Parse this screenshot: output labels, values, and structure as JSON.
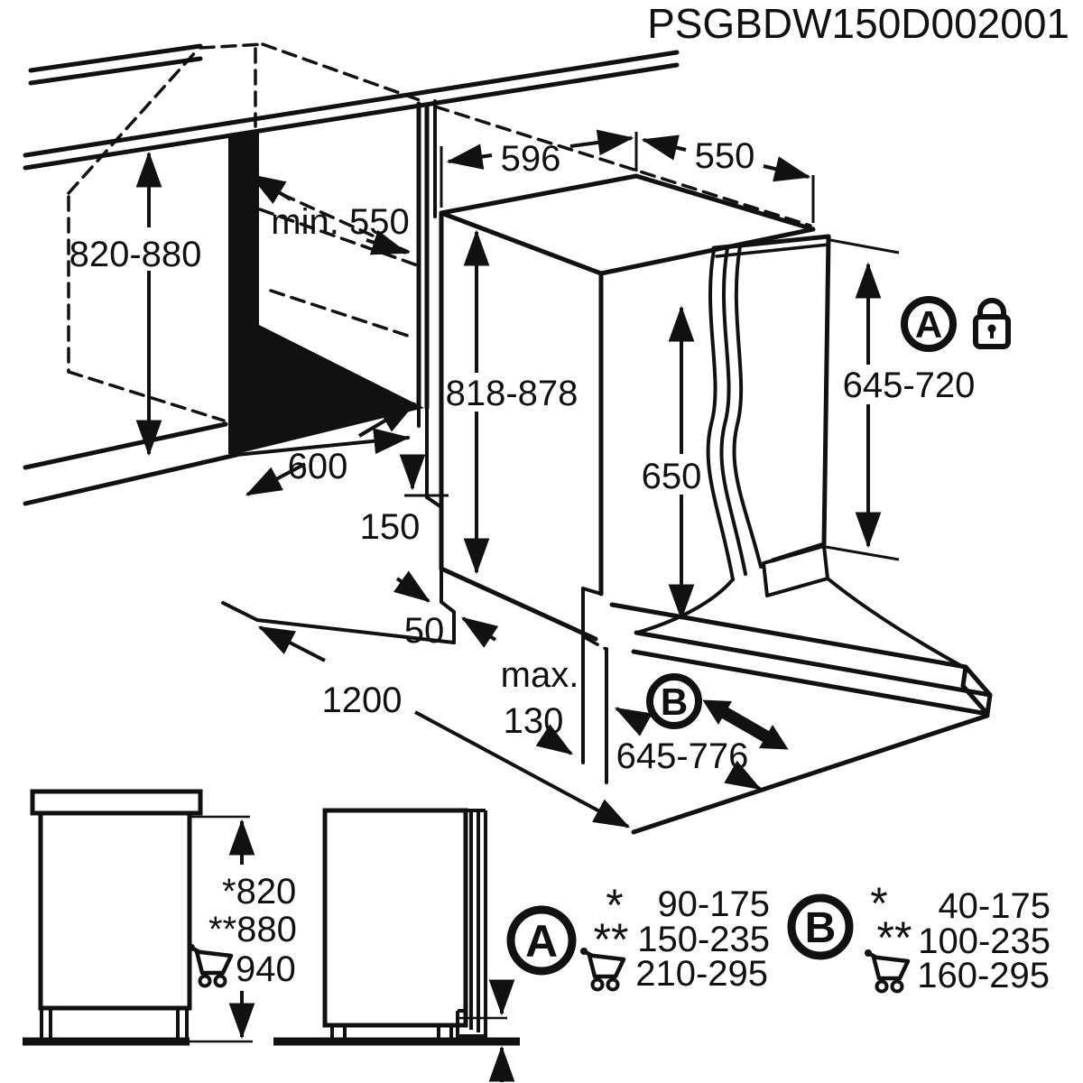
{
  "title": "PSGBDW150D002001",
  "main": {
    "counter_height": "820-880",
    "niche_min_depth": "min. 550",
    "niche_width": "600",
    "appliance_width": "596",
    "appliance_depth": "550",
    "appliance_height": "818-878",
    "door_opening_height": "650",
    "front_panel_height": "645-720",
    "plinth_height": "150",
    "plinth_recess_depth": "50",
    "front_clearance": "1200",
    "plinth_max_prefix": "max.",
    "plinth_max_value": "130",
    "sliding_panel_range": "645-776"
  },
  "markers": {
    "main_a": "A",
    "main_b": "B",
    "table_a": "A",
    "table_b": "B"
  },
  "side_views": {
    "height_standard": "*820",
    "height_raised": "**880",
    "height_trolley": "940"
  },
  "tables": {
    "a": {
      "star_label": "*",
      "star_value": "90-175",
      "dstar_label": "**",
      "dstar_value": "150-235",
      "cart_value": "210-295"
    },
    "b": {
      "star_label": "*",
      "star_value": "40-175",
      "dstar_label": "**",
      "dstar_value": "100-235",
      "cart_value": "160-295"
    }
  }
}
